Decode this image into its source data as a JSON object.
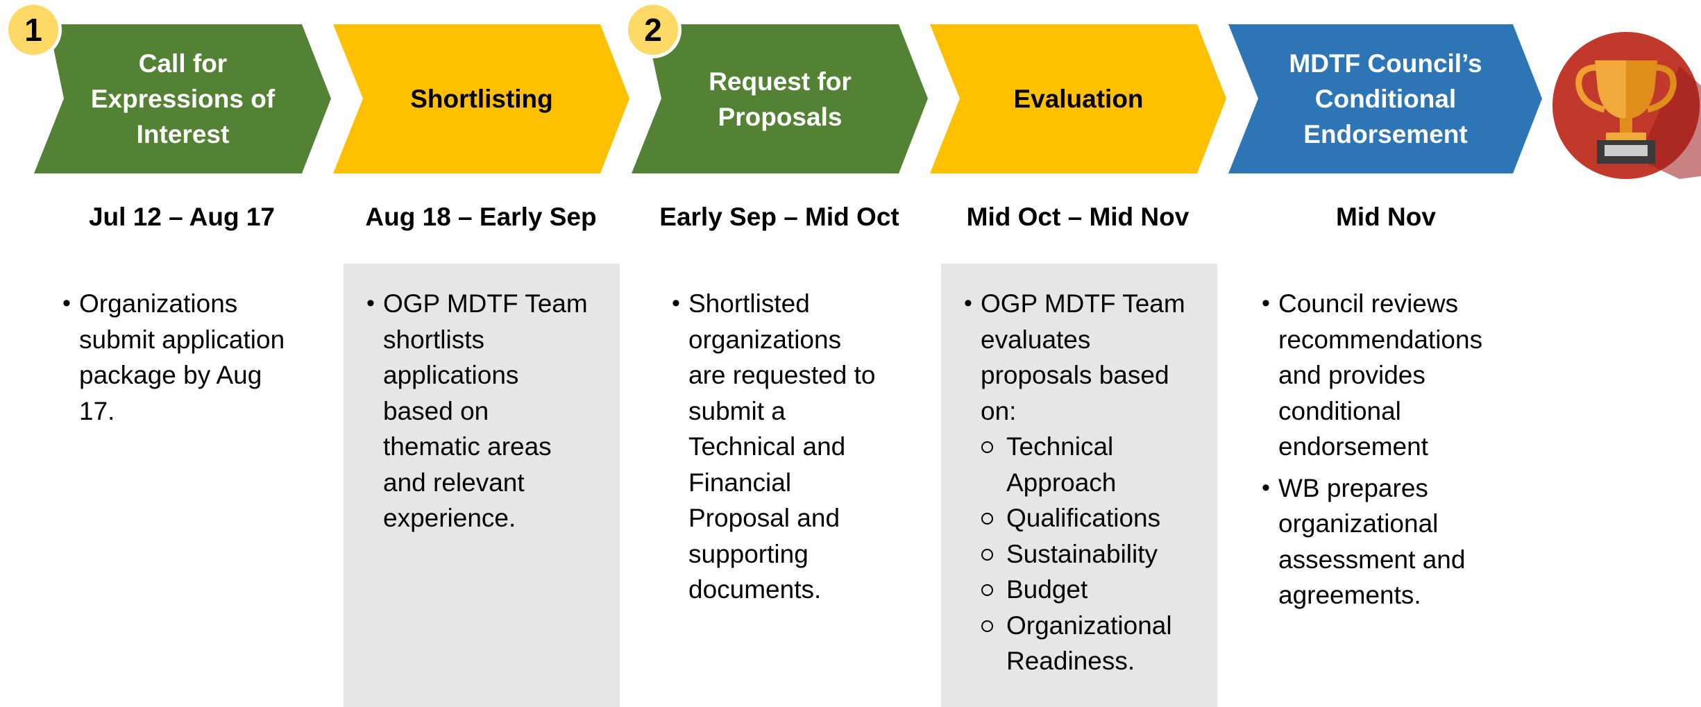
{
  "colors": {
    "green": "#548235",
    "yellow": "#ffc000",
    "blue": "#2e75b6",
    "badge": "#ffd966",
    "panel": "#e6e6e6",
    "trophy_circle": "#c0392b"
  },
  "trophy": {
    "icon": "trophy-icon"
  },
  "stages": [
    {
      "title_lines": [
        "Call for",
        "Expressions of",
        "Interest"
      ],
      "badge": "1",
      "date": "Jul 12 – Aug 17",
      "bullets": [
        {
          "lines": [
            "Organizations",
            "submit application",
            "package by Aug",
            "17."
          ]
        }
      ]
    },
    {
      "title_lines": [
        "Shortlisting"
      ],
      "date": "Aug 18 – Early Sep",
      "bullets": [
        {
          "lines": [
            "OGP MDTF Team",
            "shortlists",
            "applications",
            "based on",
            "thematic areas",
            "and relevant",
            "experience."
          ]
        }
      ]
    },
    {
      "title_lines": [
        "Request for",
        "Proposals"
      ],
      "badge": "2",
      "date": "Early Sep – Mid Oct",
      "bullets": [
        {
          "lines": [
            "Shortlisted",
            "organizations",
            "are requested to",
            "submit a",
            "Technical and",
            "Financial",
            "Proposal and",
            "supporting",
            "documents."
          ]
        }
      ]
    },
    {
      "title_lines": [
        "Evaluation"
      ],
      "date": "Mid Oct – Mid Nov",
      "bullets": [
        {
          "lines": [
            "OGP MDTF Team",
            "evaluates",
            "proposals based",
            "on:"
          ]
        }
      ],
      "sub_items": [
        {
          "lines": [
            "Technical",
            "Approach"
          ]
        },
        {
          "lines": [
            "Qualifications"
          ]
        },
        {
          "lines": [
            "Sustainability"
          ]
        },
        {
          "lines": [
            "Budget"
          ]
        },
        {
          "lines": [
            "Organizational",
            "Readiness."
          ]
        }
      ]
    },
    {
      "title_lines": [
        "MDTF Council’s",
        "Conditional",
        "Endorsement"
      ],
      "date": "Mid Nov",
      "bullets": [
        {
          "lines": [
            "Council reviews",
            "recommendations",
            "and provides",
            "conditional",
            "endorsement"
          ]
        },
        {
          "lines": [
            "WB prepares",
            "organizational",
            "assessment and",
            "agreements."
          ]
        }
      ]
    }
  ]
}
